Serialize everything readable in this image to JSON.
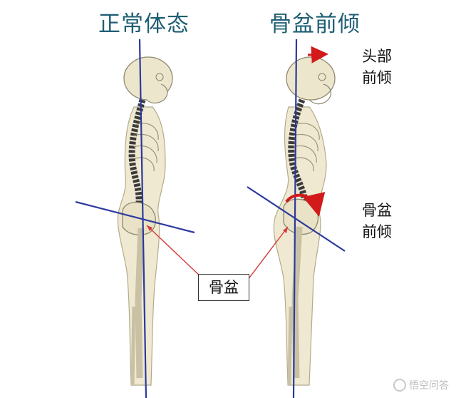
{
  "titles": {
    "left": "正常体态",
    "right": "骨盆前倾"
  },
  "annotations": {
    "head_forward": [
      "头部",
      "前倾"
    ],
    "pelvis_tilt": [
      "骨盆",
      "前倾"
    ],
    "pelvis_box": "骨盆"
  },
  "watermark": "悟空问答",
  "colors": {
    "title": "#1f5f74",
    "plumb_line": "#2b3a9e",
    "tilt_arrow": "#d21a1a",
    "pointer_line": "#d63a3a",
    "bone": "#e9e2c6",
    "bone_outline": "#9c9478",
    "spine": "#3b3b3b"
  },
  "icons": [
    "head-forward-arrow-icon",
    "pelvis-rotation-arrow-icon",
    "watermark-logo-icon"
  ]
}
